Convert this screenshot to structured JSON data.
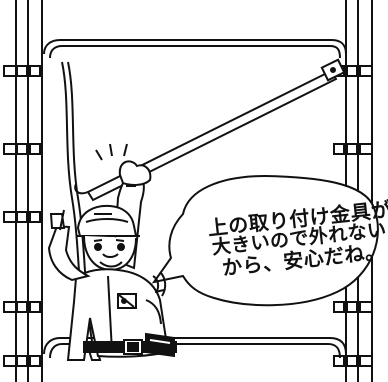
{
  "bubble": {
    "lines": [
      "上の取り付け金具が",
      "大きいので外れない",
      "から、安心だね。"
    ]
  }
}
